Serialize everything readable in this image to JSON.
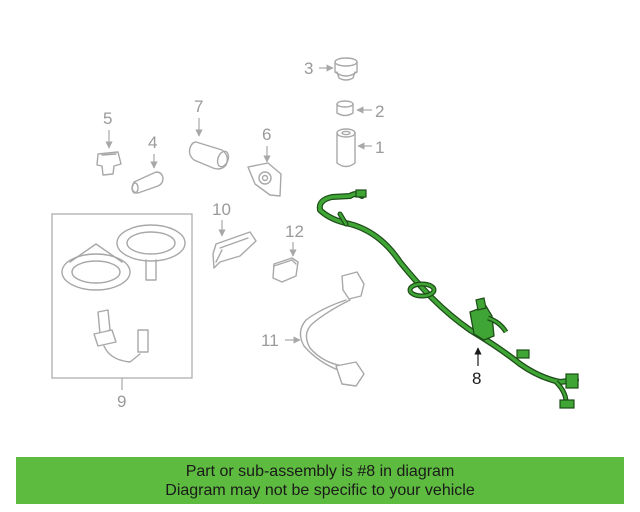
{
  "callouts": {
    "c1": "1",
    "c2": "2",
    "c3": "3",
    "c4": "4",
    "c5": "5",
    "c6": "6",
    "c7": "7",
    "c8": "8",
    "c9": "9",
    "c10": "10",
    "c11": "11",
    "c12": "12"
  },
  "banner": {
    "line1": "Part or sub-assembly is #8 in diagram",
    "line2": "Diagram may not be specific to your vehicle"
  },
  "colors": {
    "highlight_part": "#3fa535",
    "highlight_outline": "#1d4d18",
    "banner": "#5dbb3f",
    "parts": "#a8a8a8"
  }
}
